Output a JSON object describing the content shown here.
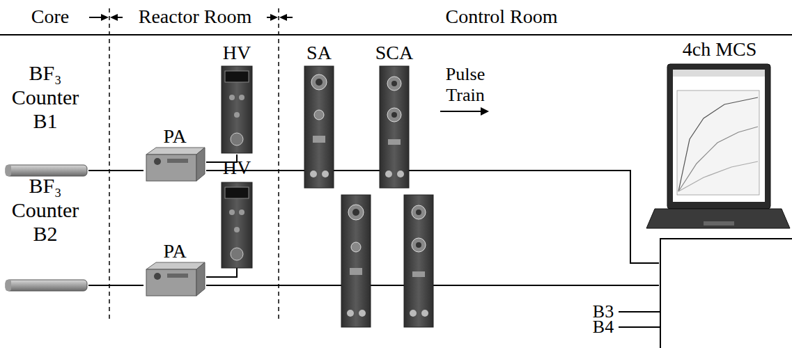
{
  "diagram": {
    "nodes": [
      {
        "text": [
          "BF₃ Counter B1"
        ]
      },
      {
        "text": [
          "PA"
        ]
      },
      {
        "text": [
          "HV"
        ]
      },
      {
        "text": [
          "SA"
        ]
      },
      {
        "text": [
          "SCA"
        ]
      },
      {
        "text": [
          "BF₃ Counter B2"
        ]
      },
      {
        "text": [
          "PA"
        ]
      },
      {
        "text": [
          "HV"
        ]
      },
      {
        "text": [
          "4ch MCS"
        ]
      }
    ],
    "edges": [
      {
        "from": 0,
        "to": 1,
        "arrow": "none"
      },
      {
        "from": 2,
        "to": 1,
        "arrow": "none"
      },
      {
        "from": 1,
        "to": 8,
        "label": "Pulse Train",
        "arrow": "none"
      },
      {
        "from": 5,
        "to": 6,
        "arrow": "none"
      },
      {
        "from": 7,
        "to": 6,
        "arrow": "none"
      },
      {
        "from": 6,
        "to": 8,
        "arrow": "none"
      }
    ],
    "labels": [
      "Core",
      "Reactor Room",
      "Control Room",
      "B3",
      "B4"
    ]
  }
}
